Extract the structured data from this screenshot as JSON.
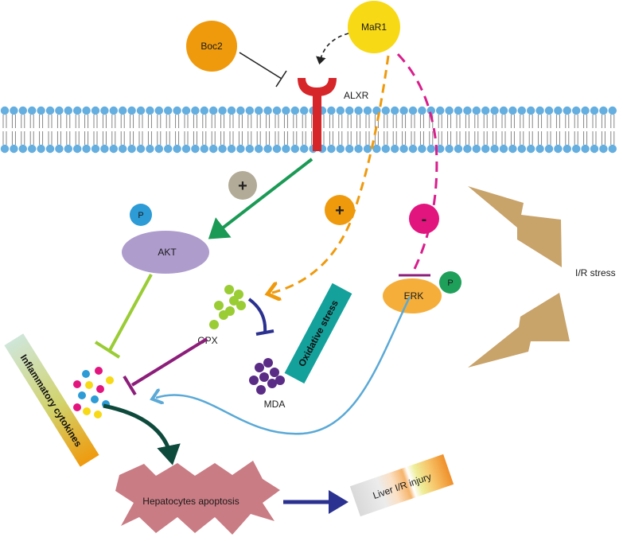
{
  "nodes": {
    "boc2": "Boc2",
    "mar1": "MaR1",
    "alxr": "ALXR",
    "akt": "AKT",
    "akt_phospho": "P",
    "erk": "ERK",
    "erk_phospho": "P",
    "gpx": "GPX",
    "mda": "MDA",
    "oxidative_stress": "Oxidative stress",
    "inflammatory_cytokines": "Inflammatory cytokines",
    "hepatocytes_apoptosis": "Hepatocytes apoptosis",
    "liver_injury": "Liver I/R injury",
    "ir_stress": "I/R stress"
  },
  "signs": {
    "alxr_akt": "+",
    "mar1_gpx": "+",
    "mar1_erk": "-"
  },
  "colors": {
    "boc2": "#ef9a0d",
    "mar1": "#f7d915",
    "receptor": "#d7262a",
    "membrane_head": "#64aee0",
    "akt": "#ae9ccd",
    "phospho_akt": "#2c9bd6",
    "erk": "#f5ae3a",
    "phospho_erk": "#1ea05a",
    "green_arrow": "#1a9a55",
    "orange_dash": "#ef9a0d",
    "pink_dash": "#d91e8c",
    "lime": "#9acc34",
    "purple": "#8c1e7a",
    "navy": "#2b3190",
    "teal_box": "#14a19c",
    "mda": "#5a2c86",
    "apoptosis": "#c97c84",
    "dark_arrow": "#0e4a3c",
    "lightning": "#c8a36a",
    "blue_curve": "#5aa9d6",
    "plus_gray": "#b1ab97"
  }
}
